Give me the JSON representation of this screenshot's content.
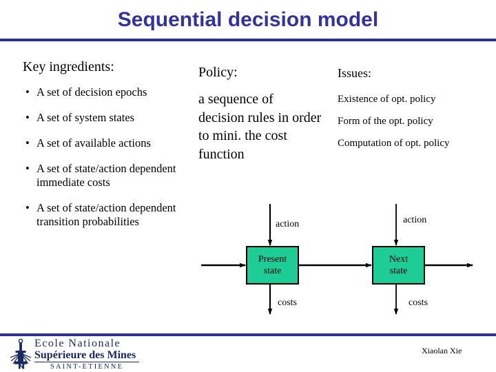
{
  "slide": {
    "title": "Sequential decision model",
    "accent_color": "#2e3192",
    "title_color": "#3333a0",
    "state_box_color": "#1ecc96"
  },
  "key_ingredients": {
    "heading": "Key ingredients:",
    "bullet_glyph": "•",
    "items": [
      "A set of decision epochs",
      "A set of system states",
      "A set of available actions",
      "A set of state/action dependent immediate costs",
      "A set of state/action dependent transition probabilities"
    ]
  },
  "policy": {
    "heading": "Policy:",
    "body": "a sequence of decision rules in order to mini. the cost function"
  },
  "issues": {
    "heading": "Issues:",
    "items": [
      "Existence of opt. policy",
      "Form of the opt. policy",
      "Computation of opt. policy"
    ]
  },
  "diagram": {
    "present_state": {
      "line1": "Present",
      "line2": "state"
    },
    "next_state": {
      "line1": "Next",
      "line2": "state"
    },
    "labels": {
      "action_1": "action",
      "action_2": "action",
      "costs_1": "costs",
      "costs_2": "costs"
    }
  },
  "footer": {
    "logo": {
      "line1": "Ecole Nationale",
      "line2": "Supérieure des Mines",
      "line3": "SAINT-ETIENNE"
    },
    "author": "Xiaolan Xie"
  }
}
